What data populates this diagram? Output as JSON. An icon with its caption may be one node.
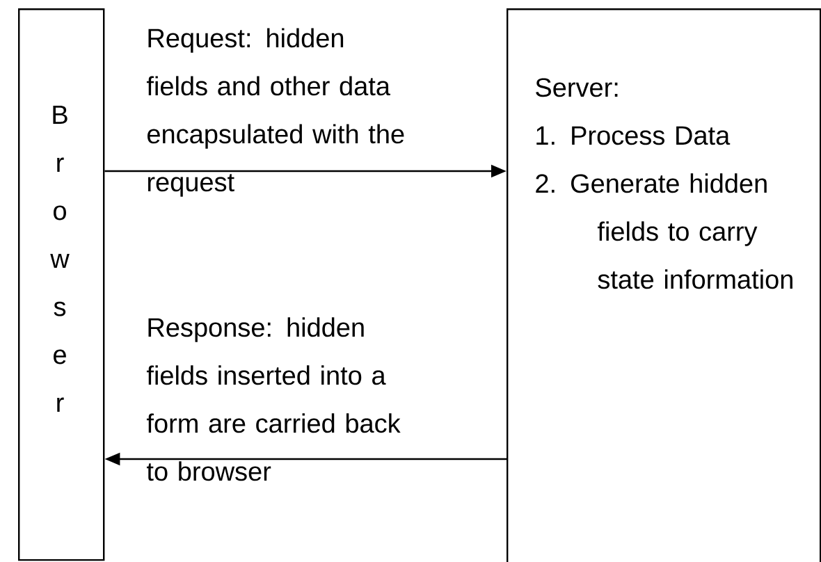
{
  "diagram": {
    "nodes": [
      {
        "text": [
          "Browser"
        ]
      },
      {
        "text": [
          "Server:",
          "1. Process Data",
          "2. Generate hidden fields to carry state information"
        ]
      }
    ],
    "edges": [
      {
        "from": 0,
        "to": 1,
        "arrow": "to",
        "label": "Request: hidden fields and other data encapsulated with the request"
      },
      {
        "from": 1,
        "to": 0,
        "arrow": "to",
        "label": "Response: hidden fields inserted into a form are carried back to browser"
      }
    ]
  }
}
